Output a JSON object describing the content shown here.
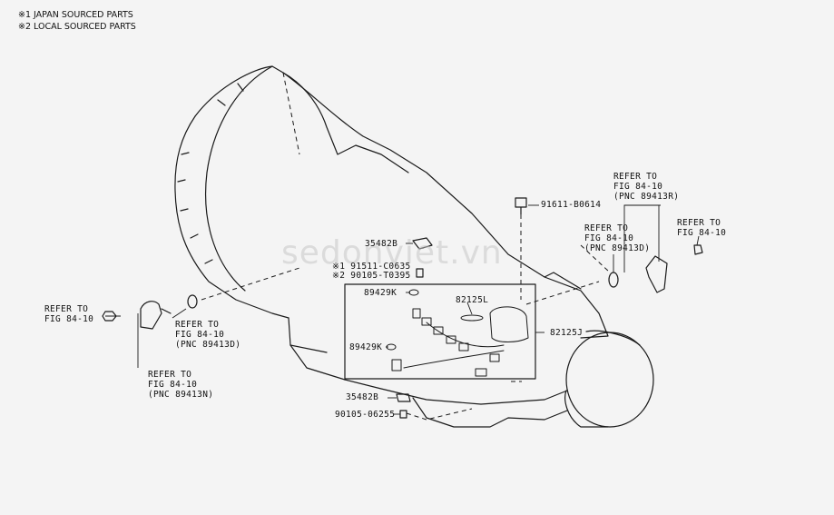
{
  "notes": [
    "※1 JAPAN SOURCED PARTS",
    "※2 LOCAL SOURCED PARTS"
  ],
  "watermark": "sedonviet.vn",
  "labels": {
    "p91611": "91611-B0614",
    "p35482b_top": "35482B",
    "p91511": "※1 91511-C0635",
    "p90105a": "※2 90105-T0395",
    "p89429k_top": "89429K",
    "p82125l": "82125L",
    "p82125j": "82125J",
    "p89429k_bot": "89429K",
    "p35482b_bot": "35482B",
    "p90105b": "90105-06255",
    "ref_top_right_1": "REFER TO",
    "ref_top_right_2": "FIG 84-10",
    "ref_top_right_3": "(PNC 89413R)",
    "ref_mid_right_1": "REFER TO",
    "ref_mid_right_2": "FIG 84-10",
    "ref_mid_right_3": "(PNC 89413D)",
    "ref_far_right_1": "REFER TO",
    "ref_far_right_2": "FIG 84-10",
    "ref_left_1": "REFER TO",
    "ref_left_2": "FIG 84-10",
    "ref_center_left_1": "REFER TO",
    "ref_center_left_2": "FIG 84-10",
    "ref_center_left_3": "(PNC 89413D)",
    "ref_bottom_left_1": "REFER TO",
    "ref_bottom_left_2": "FIG 84-10",
    "ref_bottom_left_3": "(PNC 89413N)"
  }
}
